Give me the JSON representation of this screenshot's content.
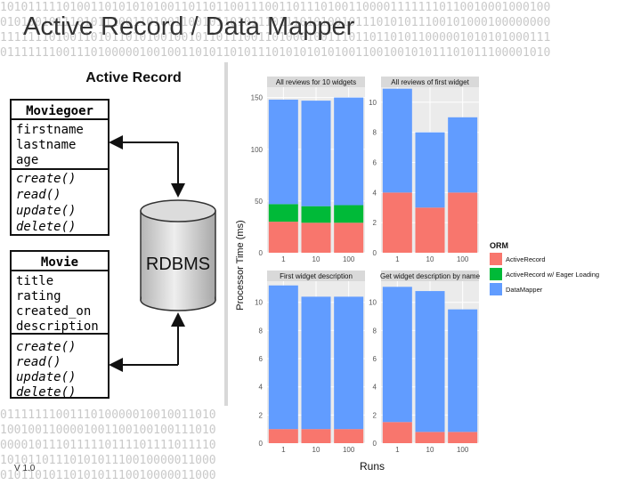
{
  "slide": {
    "title": "Active Record / Data Mapper",
    "version": "V 1.0",
    "background_binary": [
      "1010111110100110101010100110110110011100110111010011000011111110110010001000100",
      "0101001011101011100110100110010110101110111010100101110101011100101000100000000",
      "1111111010011010110101001001011011100110100010011101101101011000001010101000111",
      "0111111100111010000010010011010110101110101010101001100100101011101011100001010"
    ],
    "background_binary_low": [
      "0111111100111010000010010011010",
      "1001001100001001100100100111010",
      "0000101110111110111101111011110",
      "1010110111010101110010000011000",
      "0101101011010101110010000011000"
    ]
  },
  "diagram": {
    "heading": "Active Record",
    "storage_label": "RDBMS",
    "classes": [
      {
        "name": "Moviegoer",
        "attributes": [
          "firstname",
          "lastname",
          "age"
        ],
        "methods": [
          "create()",
          "read()",
          "update()",
          "delete()"
        ]
      },
      {
        "name": "Movie",
        "attributes": [
          "title",
          "rating",
          "created_on",
          "description"
        ],
        "methods": [
          "create()",
          "read()",
          "update()",
          "delete()"
        ]
      }
    ]
  },
  "colors": {
    "active_record": "#f8766d",
    "eager_loading": "#00ba38",
    "data_mapper": "#619cff",
    "panel_bg": "#ebebeb",
    "strip_bg": "#d9d9d9"
  },
  "chart_data": {
    "type": "bar",
    "stacked": true,
    "facets": 4,
    "ylabel": "Processor Time (ms)",
    "xlabel": "Runs",
    "legend": {
      "title": "ORM",
      "position": "right",
      "items": [
        "ActiveRecord",
        "ActiveRecord w/ Eager Loading",
        "DataMapper"
      ]
    },
    "panels": [
      {
        "title": "All reviews for 10 widgets",
        "categories": [
          "1",
          "10",
          "100"
        ],
        "ylim": [
          0,
          160
        ],
        "yticks": [
          0,
          50,
          100,
          150
        ],
        "series": [
          {
            "name": "ActiveRecord",
            "values": [
              30,
              29,
              29
            ]
          },
          {
            "name": "ActiveRecord w/ Eager Loading",
            "values": [
              17,
              16,
              17
            ]
          },
          {
            "name": "DataMapper",
            "values": [
              101,
              102,
              104
            ]
          }
        ]
      },
      {
        "title": "All reviews of first widget",
        "categories": [
          "1",
          "10",
          "100"
        ],
        "ylim": [
          0,
          11
        ],
        "yticks": [
          0,
          2,
          4,
          6,
          8,
          10
        ],
        "series": [
          {
            "name": "ActiveRecord",
            "values": [
              4.0,
              3.0,
              4.0
            ]
          },
          {
            "name": "ActiveRecord w/ Eager Loading",
            "values": [
              0,
              0,
              0
            ]
          },
          {
            "name": "DataMapper",
            "values": [
              6.9,
              5.0,
              5.0
            ]
          }
        ]
      },
      {
        "title": "First widget description",
        "categories": [
          "1",
          "10",
          "100"
        ],
        "ylim": [
          0,
          11.5
        ],
        "yticks": [
          0,
          2,
          4,
          6,
          8,
          10
        ],
        "series": [
          {
            "name": "ActiveRecord",
            "values": [
              1.0,
              1.0,
              1.0
            ]
          },
          {
            "name": "ActiveRecord w/ Eager Loading",
            "values": [
              0,
              0,
              0
            ]
          },
          {
            "name": "DataMapper",
            "values": [
              10.2,
              9.4,
              9.4
            ]
          }
        ]
      },
      {
        "title": "Get widget description by name",
        "categories": [
          "1",
          "10",
          "100"
        ],
        "ylim": [
          0,
          11.5
        ],
        "yticks": [
          0,
          2,
          4,
          6,
          8,
          10
        ],
        "series": [
          {
            "name": "ActiveRecord",
            "values": [
              1.5,
              0.8,
              0.8
            ]
          },
          {
            "name": "ActiveRecord w/ Eager Loading",
            "values": [
              0,
              0,
              0
            ]
          },
          {
            "name": "DataMapper",
            "values": [
              9.6,
              10.0,
              8.7
            ]
          }
        ]
      }
    ]
  }
}
